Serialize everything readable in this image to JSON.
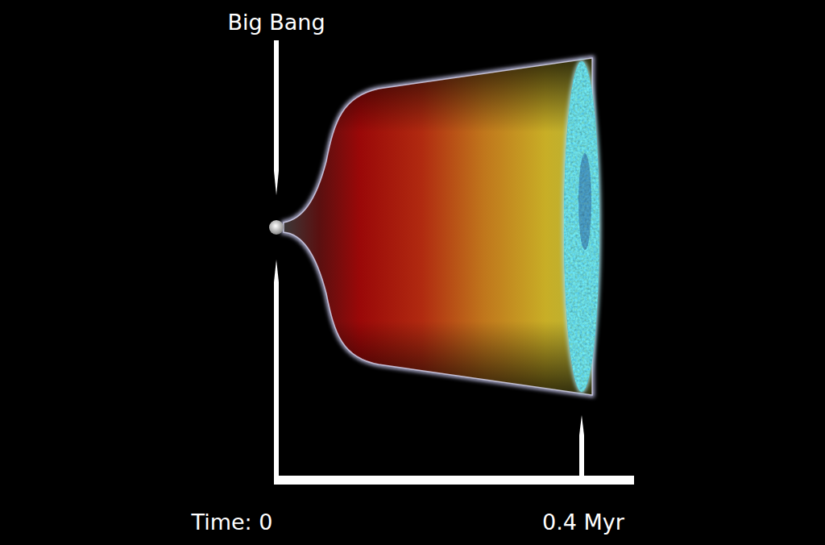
{
  "diagram": {
    "labels": [
      "Big Bang",
      "Time: 0",
      "0.4 Myr"
    ]
  }
}
